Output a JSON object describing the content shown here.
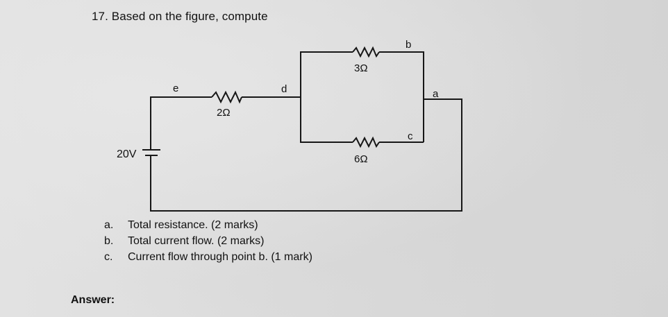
{
  "question": {
    "title": "17. Based on the figure, compute"
  },
  "circuit": {
    "nodes": [
      "a",
      "b",
      "c",
      "d",
      "e"
    ],
    "source_label": "20V",
    "resistor_e_d": "2Ω",
    "resistor_b": "3Ω",
    "resistor_c": "6Ω"
  },
  "parts": [
    {
      "letter": "a.",
      "text": "Total resistance. (2 marks)"
    },
    {
      "letter": "b.",
      "text": "Total current flow. (2 marks)"
    },
    {
      "letter": "c.",
      "text": "Current flow through point b. (1 mark)"
    }
  ],
  "answer_label": "Answer:"
}
